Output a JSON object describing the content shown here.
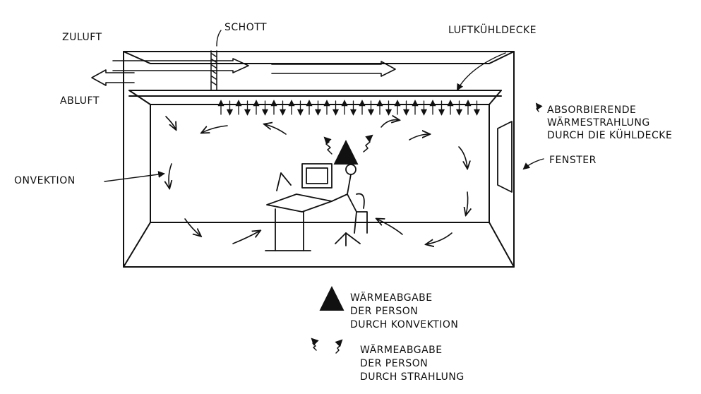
{
  "labels": {
    "zuluft": "ZULUFT",
    "abluft": "ABLUFT",
    "schott": "SCHOTT",
    "luftkuehldecke": "LUFTKÜHLDECKE",
    "absorb1": "ABSORBIERENDE",
    "absorb2": "WÄRMESTRAHLUNG",
    "absorb3": "DURCH DIE KÜHLDECKE",
    "fenster": "FENSTER",
    "konvektion": "ONVEKTION",
    "legend_conv1": "WÄRMEABGABE",
    "legend_conv2": "DER PERSON",
    "legend_conv3": "DURCH KONVEKTION",
    "legend_rad1": "WÄRMEABGABE",
    "legend_rad2": "DER PERSON",
    "legend_rad3": "DURCH STRAHLUNG"
  },
  "icons": {
    "ink": "#111111",
    "arrow_style": "hand-drawn"
  }
}
